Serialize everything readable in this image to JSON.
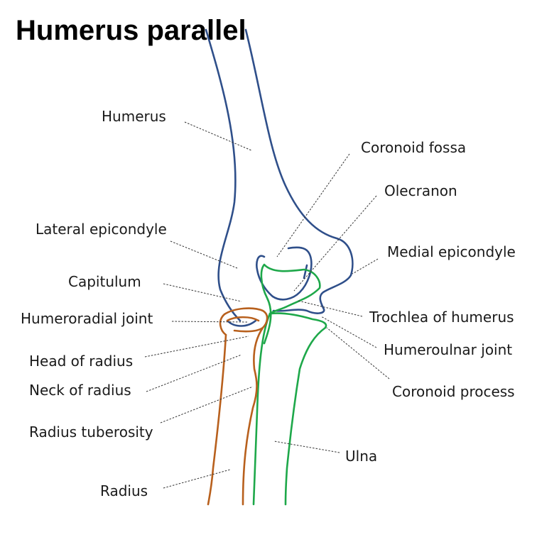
{
  "title": "Humerus parallel",
  "colors": {
    "humerus": "#2f4f8a",
    "ulna": "#1ea84a",
    "radius": "#b8601d",
    "leader": "#333333",
    "text": "#1a1a1a"
  },
  "labels": {
    "humerus": "Humerus",
    "coronoid_fossa": "Coronoid fossa",
    "olecranon": "Olecranon",
    "lateral_epicondyle": "Lateral epicondyle",
    "medial_epicondyle": "Medial epicondyle",
    "capitulum": "Capitulum",
    "trochlea_of_humerus": "Trochlea of humerus",
    "humeroradial_joint": "Humeroradial joint",
    "humeroulnar_joint": "Humeroulnar joint",
    "head_of_radius": "Head of radius",
    "coronoid_process": "Coronoid process",
    "neck_of_radius": "Neck of radius",
    "radius_tuberosity": "Radius tuberosity",
    "ulna": "Ulna",
    "radius": "Radius"
  }
}
